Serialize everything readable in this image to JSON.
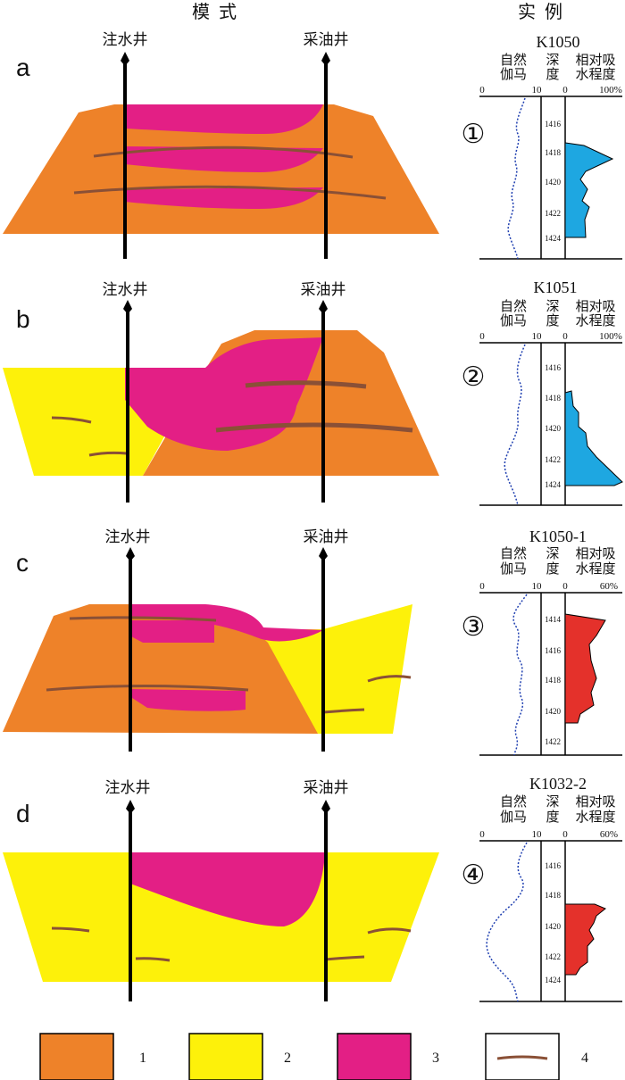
{
  "header": {
    "left_title": "模式",
    "right_title": "实例"
  },
  "wells": {
    "injector": "注水井",
    "producer": "采油井"
  },
  "log_labels": {
    "gamma_line1": "自然",
    "gamma_line2": "伽马",
    "depth_line1": "深",
    "depth_line2": "度",
    "absorb_line1": "相对吸",
    "absorb_line2": "水程度",
    "gamma_min": "0",
    "gamma_max": "10",
    "absorb_min": "0"
  },
  "panels": [
    {
      "label": "a",
      "well_name": "K1050",
      "marker": "①",
      "absorb_max": "100%",
      "depths": [
        "1416",
        "1418",
        "1420",
        "1422",
        "1424"
      ],
      "absorb_color": "#1ea7e1"
    },
    {
      "label": "b",
      "well_name": "K1051",
      "marker": "②",
      "absorb_max": "100%",
      "depths": [
        "1416",
        "1418",
        "1420",
        "1422",
        "1424"
      ],
      "absorb_color": "#1ea7e1"
    },
    {
      "label": "c",
      "well_name": "K1050-1",
      "marker": "③",
      "absorb_max": "60%",
      "depths": [
        "1414",
        "1416",
        "1418",
        "1420",
        "1422"
      ],
      "absorb_color": "#e4312b"
    },
    {
      "label": "d",
      "well_name": "K1032-2",
      "marker": "④",
      "absorb_max": "60%",
      "depths": [
        "1416",
        "1418",
        "1420",
        "1422",
        "1424"
      ],
      "absorb_color": "#e4312b"
    }
  ],
  "legend": [
    {
      "number": "1",
      "color": "#ee8229"
    },
    {
      "number": "2",
      "color": "#fdf10a"
    },
    {
      "number": "3",
      "color": "#e31f85"
    },
    {
      "number": "4",
      "color": "#8a5036"
    }
  ],
  "colors": {
    "orange": "#ee8229",
    "yellow": "#fdf10a",
    "magenta": "#e31f85",
    "line_brown": "#8a5036",
    "gamma_blue": "#1f3fb0"
  }
}
